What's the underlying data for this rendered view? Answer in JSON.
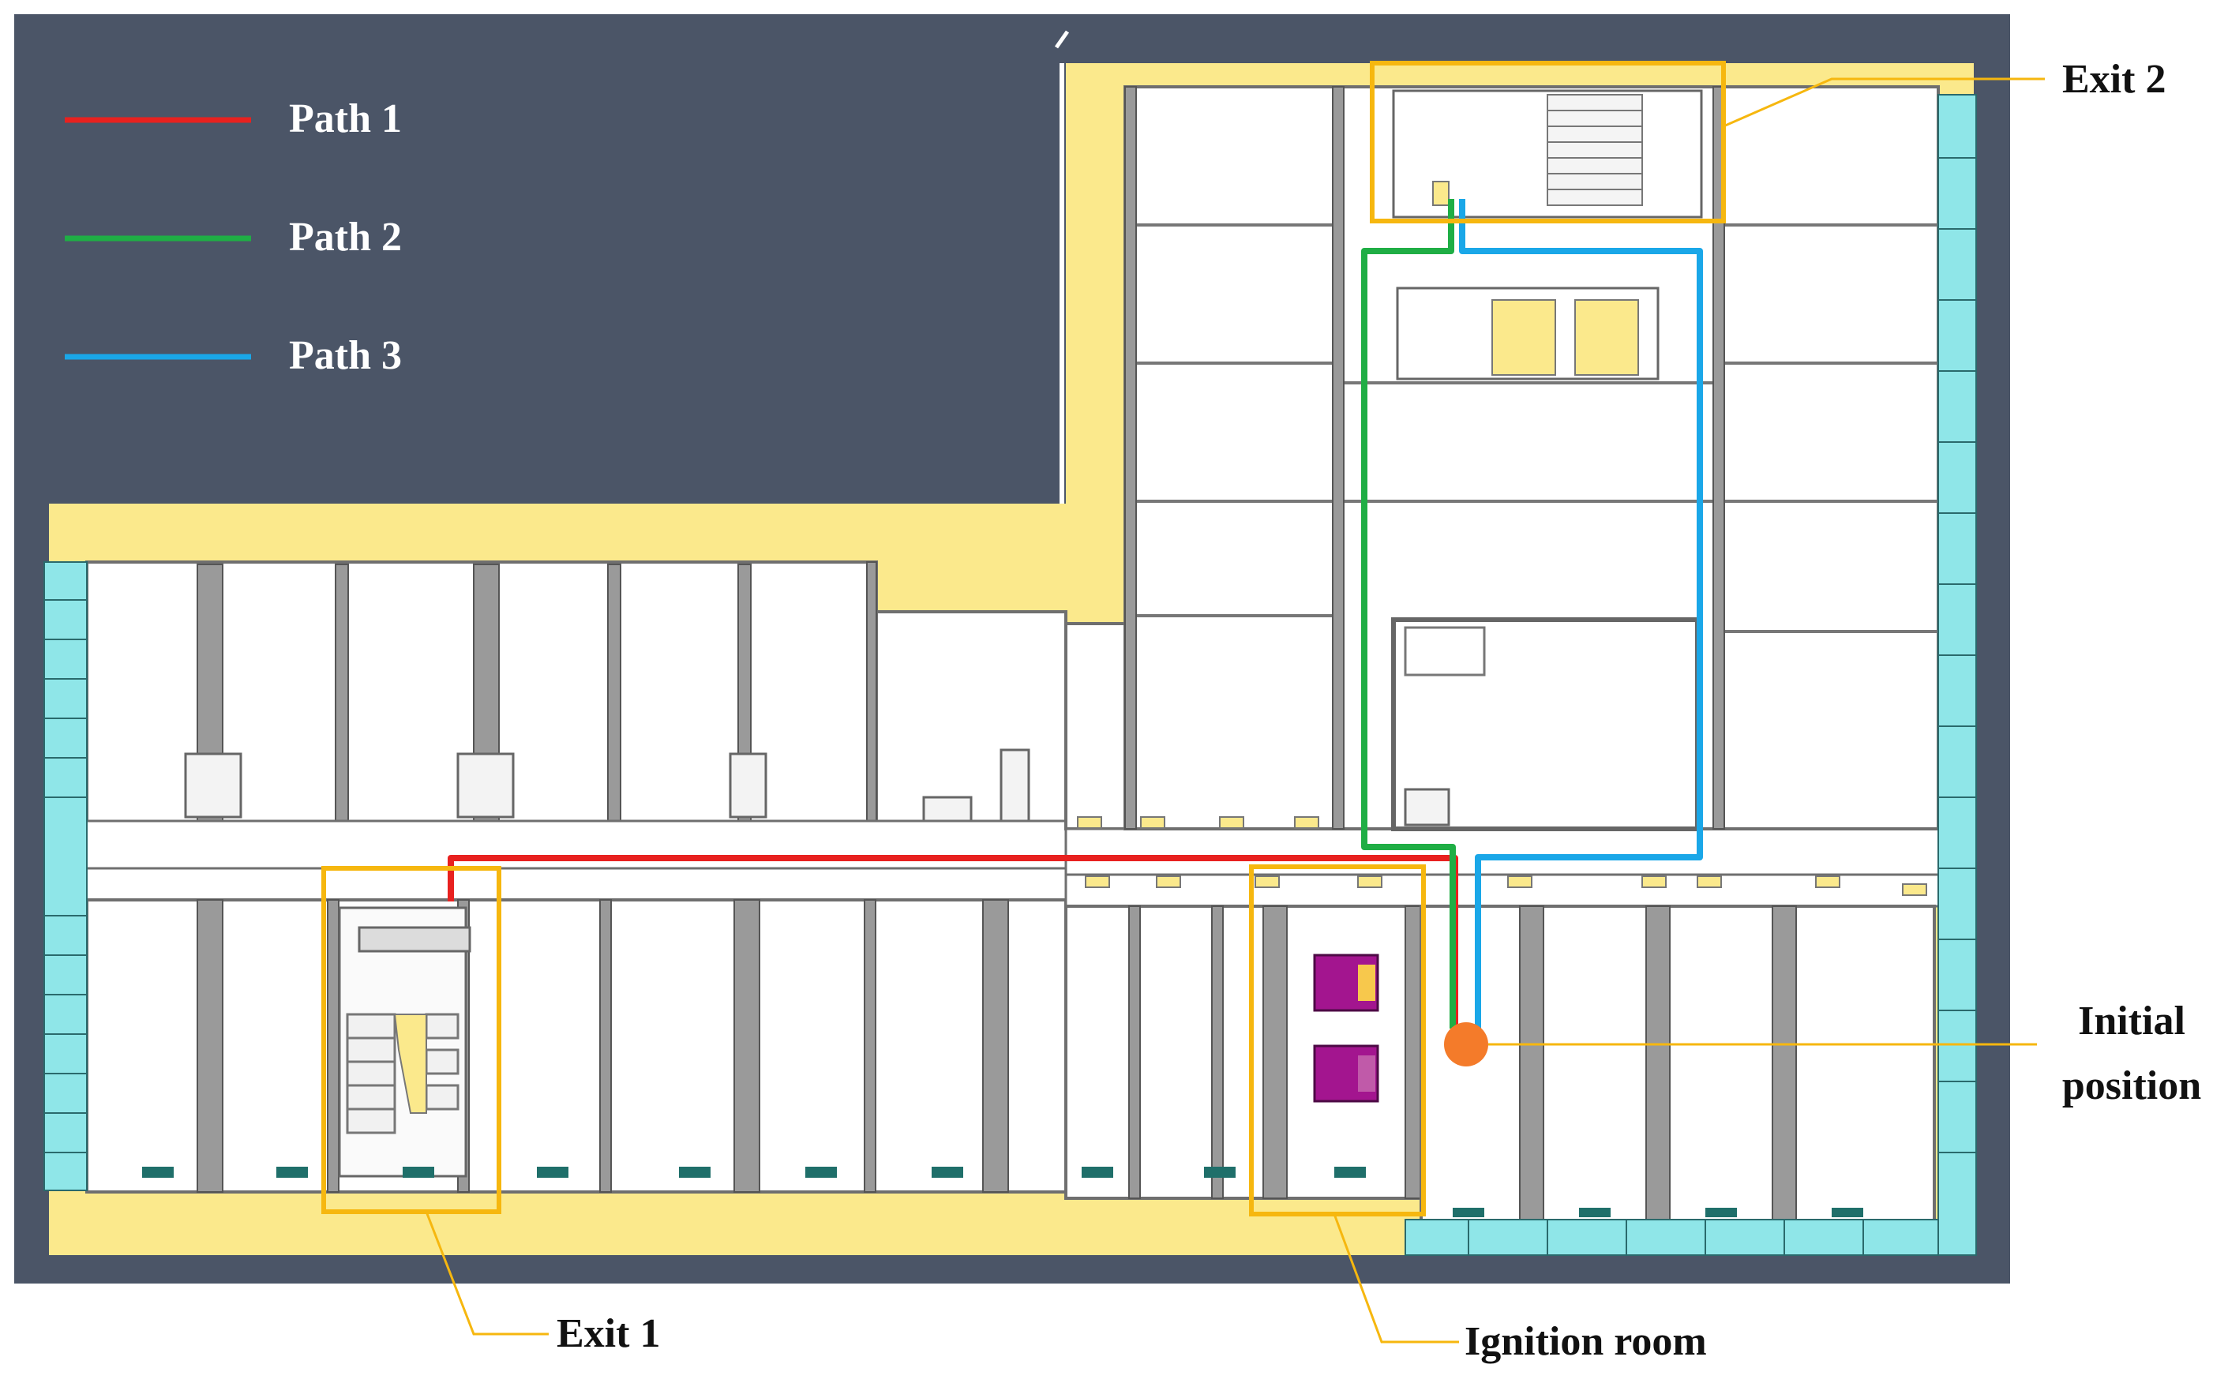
{
  "legend": {
    "items": [
      {
        "label": "Path 1",
        "color": "#e8211f"
      },
      {
        "label": "Path 2",
        "color": "#1fae45"
      },
      {
        "label": "Path 3",
        "color": "#1aa7e8"
      }
    ]
  },
  "labels": {
    "exit1": "Exit 1",
    "exit2": "Exit 2",
    "ignition_room": "Ignition room",
    "initial_position_line1": "Initial",
    "initial_position_line2": "position"
  },
  "colors": {
    "background": "#4b5567",
    "floor_highlight": "#fbe98c",
    "walls": "#ffffff",
    "wall_shadow": "#9a9a9a",
    "glass": "#8fe6e8",
    "callout": "#f6b70f",
    "marker": "#f47b2a",
    "furniture": "#a3158f"
  }
}
